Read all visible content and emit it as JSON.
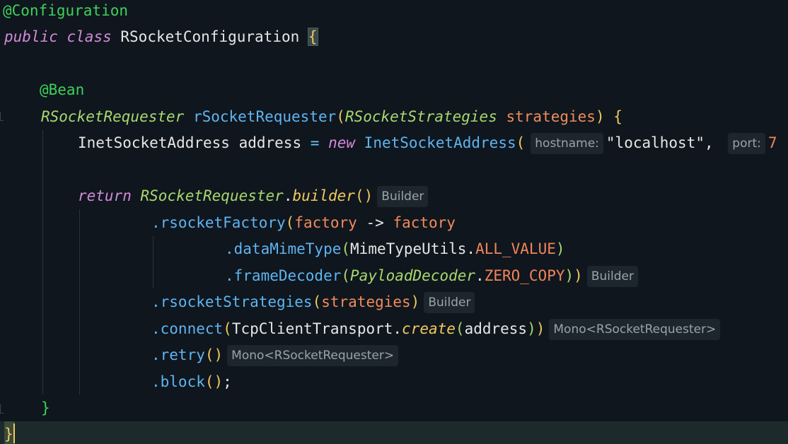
{
  "editor": {
    "lines": {
      "l1": {
        "annotation": "@Configuration"
      },
      "l2": {
        "kw_public": "public",
        "kw_class": "class",
        "class_name": "RSocketConfiguration",
        "brace": "{"
      },
      "l4": {
        "annotation": "@Bean"
      },
      "l5": {
        "return_type": "RSocketRequester",
        "method_name": "rSocketRequester",
        "open_paren": "(",
        "param_type": "RSocketStrategies",
        "param_name": "strategies",
        "close_paren": ")",
        "brace": "{"
      },
      "l6": {
        "type": "InetSocketAddress",
        "var": "address",
        "eq": "=",
        "kw_new": "new",
        "ctor": "InetSocketAddress",
        "open_paren": "(",
        "hint_hostname": "hostname:",
        "host_value": "\"localhost\",",
        "hint_port": "port:",
        "port_value_partial": "7"
      },
      "l8": {
        "kw_return": "return",
        "cls": "RSocketRequester",
        "dot": ".",
        "method": "builder",
        "parens": "()",
        "hint": "Builder"
      },
      "l9": {
        "method": ".rsocketFactory",
        "open_paren": "(",
        "param": "factory",
        "arrow": "->",
        "param2": "factory"
      },
      "l10": {
        "method": ".dataMimeType",
        "open_paren": "(",
        "cls": "MimeTypeUtils",
        "dot": ".",
        "const": "ALL_VALUE",
        "close_paren": ")"
      },
      "l11": {
        "method": ".frameDecoder",
        "open_paren": "(",
        "cls": "PayloadDecoder",
        "dot": ".",
        "const": "ZERO_COPY",
        "close_inner": ")",
        "close_outer": ")",
        "hint": "Builder"
      },
      "l12": {
        "method": ".rsocketStrategies",
        "open_paren": "(",
        "param": "strategies",
        "close_paren": ")",
        "hint": "Builder"
      },
      "l13": {
        "method": ".connect",
        "open_paren": "(",
        "cls": "TcpClientTransport",
        "dot": ".",
        "create": "create",
        "inner_open": "(",
        "arg": "address",
        "inner_close": ")",
        "close_paren": ")",
        "hint": "Mono<RSocketRequester>"
      },
      "l14": {
        "method": ".retry",
        "parens": "()",
        "hint": "Mono<RSocketRequester>"
      },
      "l15": {
        "method": ".block",
        "parens": "()",
        "semi": ";"
      },
      "l16": {
        "brace": "}"
      },
      "l17": {
        "brace": "}"
      }
    }
  }
}
